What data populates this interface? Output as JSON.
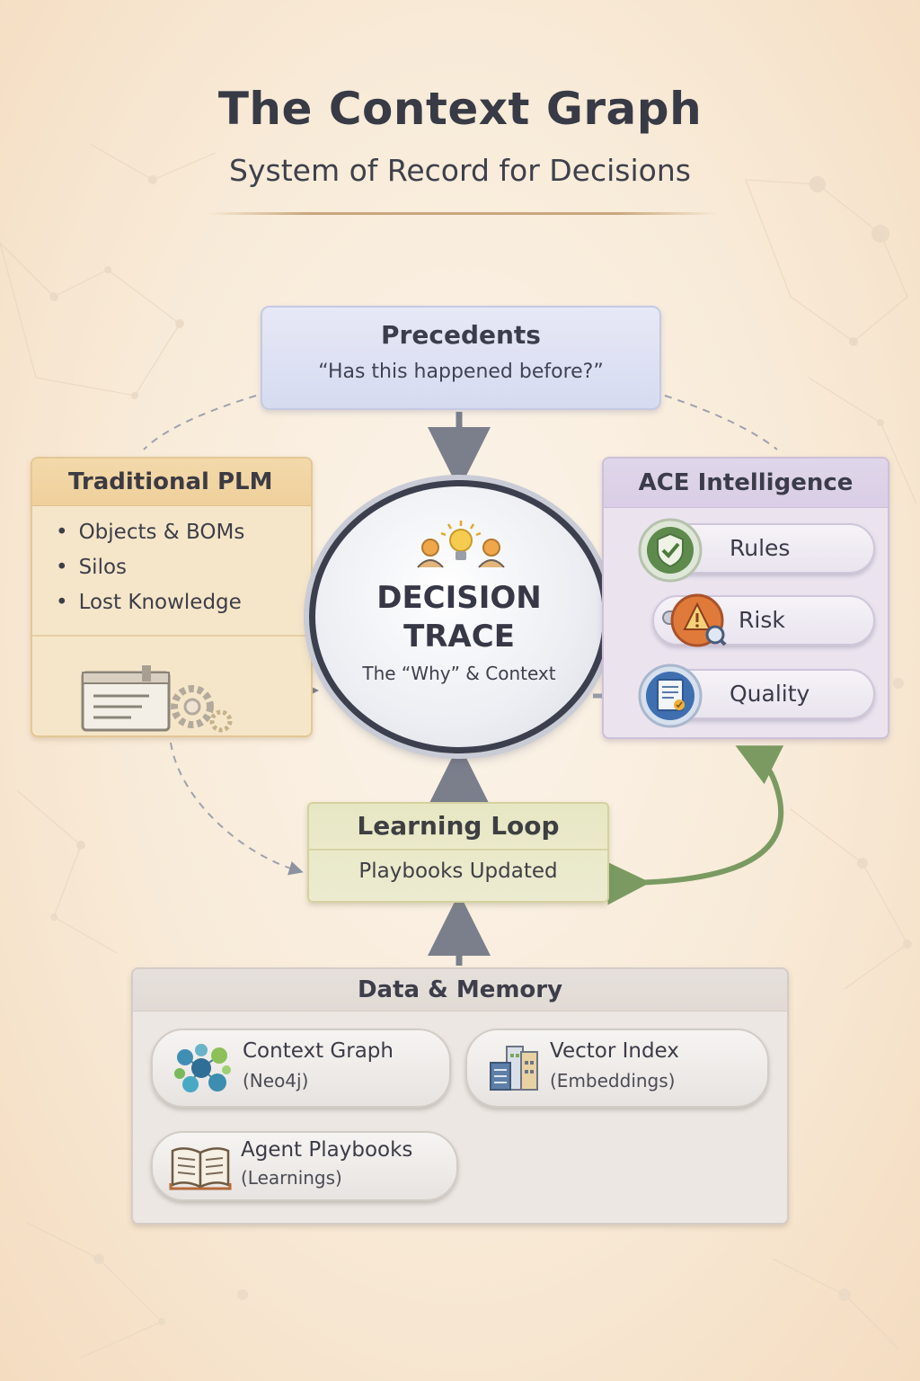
{
  "header": {
    "title": "The Context Graph",
    "subtitle": "System of Record for Decisions"
  },
  "precedents": {
    "title": "Precedents",
    "question": "“Has this happened before?”"
  },
  "traditional_plm": {
    "title": "Traditional PLM",
    "items": [
      "Objects & BOMs",
      "Silos",
      "Lost Knowledge"
    ],
    "icon": "document-gear-icon"
  },
  "decision_trace": {
    "line1": "DECISION",
    "line2": "TRACE",
    "caption": "The “Why” & Context",
    "icon": "lightbulb-people-icon"
  },
  "ace_intelligence": {
    "title": "ACE Intelligence",
    "items": [
      {
        "label": "Rules",
        "icon": "shield-check-icon"
      },
      {
        "label": "Risk",
        "icon": "warning-magnifier-icon"
      },
      {
        "label": "Quality",
        "icon": "document-check-icon"
      }
    ]
  },
  "learning_loop": {
    "title": "Learning Loop",
    "caption": "Playbooks Updated"
  },
  "data_memory": {
    "title": "Data & Memory",
    "context_graph": {
      "name": "Context Graph",
      "detail": "(Neo4j)",
      "icon": "graph-nodes-icon"
    },
    "vector_index": {
      "name": "Vector Index",
      "detail": "(Embeddings)",
      "icon": "database-index-icon"
    },
    "agent_playbooks": {
      "name": "Agent Playbooks",
      "detail": "(Learnings)",
      "icon": "open-book-icon"
    }
  },
  "colors": {
    "precedents_fill": "#d9ddf2",
    "plm_header": "#f1d4a2",
    "ace_fill": "#ebe4ef",
    "decision_ring": "#3c3f4d",
    "learning_fill": "#e9e8c8",
    "memory_fill": "#ece7e3",
    "loop_arrow": "#7a9a62",
    "arrow_gray": "#7b7f8c"
  }
}
